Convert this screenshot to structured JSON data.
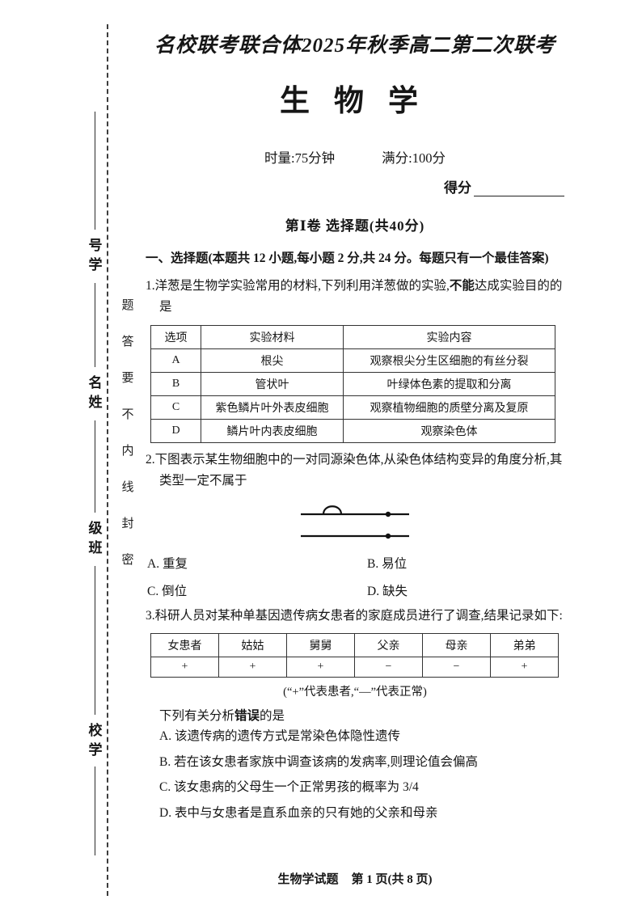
{
  "margin": {
    "seal_chars": [
      "题",
      "答",
      "要",
      "不",
      "内",
      "线",
      "封",
      "密"
    ],
    "field_student_id": [
      "号",
      "学"
    ],
    "field_name": [
      "名",
      "姓"
    ],
    "field_class": [
      "级",
      "班"
    ],
    "field_school": [
      "校",
      "学"
    ]
  },
  "header": {
    "exam_title": "名校联考联合体2025年秋季高二第二次联考",
    "subject": "生物学",
    "duration": "时量:75分钟",
    "full_score": "满分:100分",
    "score_label": "得分"
  },
  "section": {
    "title": "第Ⅰ卷  选择题(共40分)",
    "intro": "一、选择题(本题共 12 小题,每小题 2 分,共 24 分。每题只有一个最佳答案)"
  },
  "q1": {
    "number": "1.",
    "text_before": "洋葱是生物学实验常用的材料,下列利用洋葱做的实验,",
    "emphasis": "不能",
    "text_after": "达成实验目的的是",
    "table": {
      "headers": [
        "选项",
        "实验材料",
        "实验内容"
      ],
      "rows": [
        [
          "A",
          "根尖",
          "观察根尖分生区细胞的有丝分裂"
        ],
        [
          "B",
          "管状叶",
          "叶绿体色素的提取和分离"
        ],
        [
          "C",
          "紫色鳞片叶外表皮细胞",
          "观察植物细胞的质壁分离及复原"
        ],
        [
          "D",
          "鳞片叶内表皮细胞",
          "观察染色体"
        ]
      ]
    }
  },
  "q2": {
    "number": "2.",
    "text": "下图表示某生物细胞中的一对同源染色体,从染色体结构变异的角度分析,其类型一定不属于",
    "options": [
      "A. 重复",
      "B. 易位",
      "C. 倒位",
      "D. 缺失"
    ]
  },
  "q3": {
    "number": "3.",
    "text": "科研人员对某种单基因遗传病女患者的家庭成员进行了调查,结果记录如下:",
    "table": {
      "headers": [
        "女患者",
        "姑姑",
        "舅舅",
        "父亲",
        "母亲",
        "弟弟"
      ],
      "values": [
        "+",
        "+",
        "+",
        "−",
        "−",
        "+"
      ]
    },
    "note": "(“+”代表患者,“—”代表正常)",
    "stem_before": "下列有关分析",
    "stem_emphasis": "错误",
    "stem_after": "的是",
    "options": [
      "A. 该遗传病的遗传方式是常染色体隐性遗传",
      "B. 若在该女患者家族中调查该病的发病率,则理论值会偏高",
      "C. 该女患病的父母生一个正常男孩的概率为 3/4",
      "D. 表中与女患者是直系血亲的只有她的父亲和母亲"
    ]
  },
  "footer": {
    "doc": "生物学试题",
    "page": "第 1 页(共 8 页)"
  }
}
